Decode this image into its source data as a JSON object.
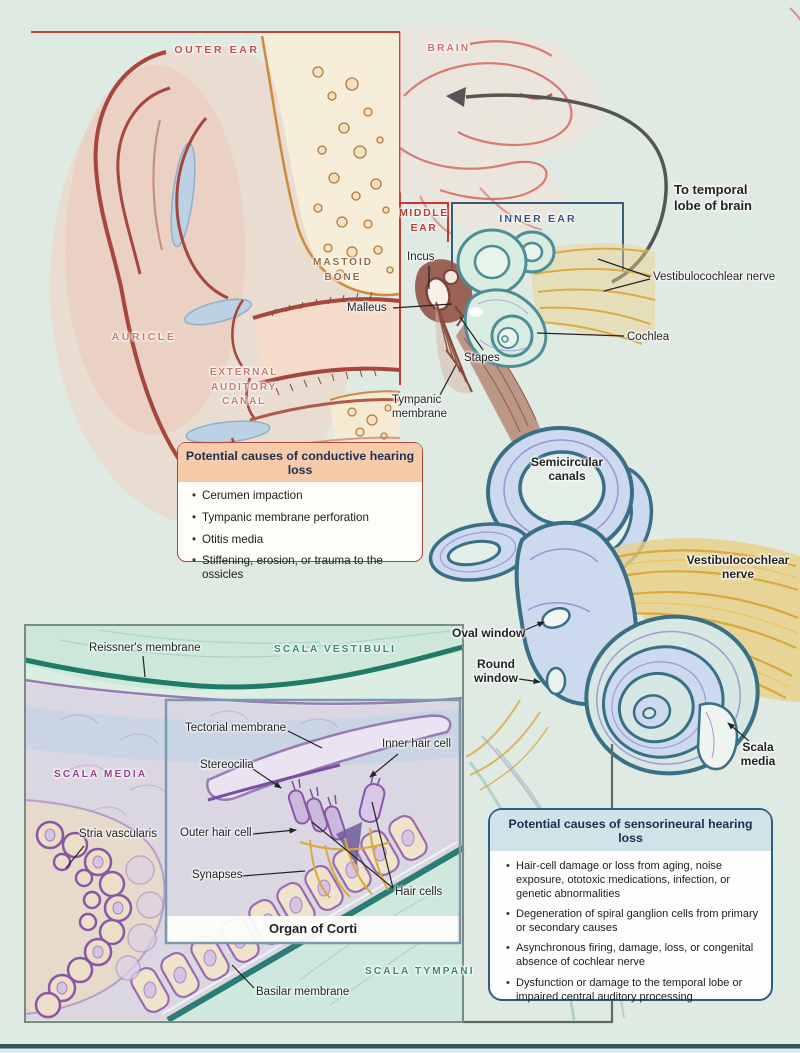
{
  "figure_type": "medical illustration — anatomy of hearing and hearing loss",
  "labels": {
    "outer_ear": "OUTER EAR",
    "brain": "BRAIN",
    "to_temporal_lobe": "To temporal lobe of brain",
    "middle_ear": "MIDDLE EAR",
    "inner_ear": "INNER EAR",
    "mastoid_bone": "MASTOID BONE",
    "incus": "Incus",
    "malleus": "Malleus",
    "stapes": "Stapes",
    "tympanic_membrane": "Tympanic membrane",
    "vestibulocochlear_nerve_upper": "Vestibulocochlear nerve",
    "cochlea": "Cochlea",
    "auricle": "AURICLE",
    "external_auditory_canal": "EXTERNAL AUDITORY CANAL",
    "semicircular_canals": "Semicircular canals",
    "vestibulocochlear_nerve_lower": "Vestibulocochlear nerve",
    "oval_window": "Oval window",
    "round_window": "Round window",
    "scala_media_cochlea": "Scala media",
    "reissners_membrane": "Reissner's membrane",
    "scala_vestibuli": "SCALA VESTIBULI",
    "scala_media": "SCALA MEDIA",
    "tectorial_membrane": "Tectorial membrane",
    "stereocilia": "Stereocilia",
    "inner_hair_cell": "Inner hair cell",
    "stria_vascularis": "Stria vascularis",
    "outer_hair_cell": "Outer hair cell",
    "synapses": "Synapses",
    "hair_cells": "Hair cells",
    "organ_of_corti": "Organ of Corti",
    "scala_tympani": "SCALA TYMPANI",
    "basilar_membrane": "Basilar membrane"
  },
  "boxes": {
    "conductive": {
      "title": "Potential causes of conductive hearing loss",
      "items": [
        "Cerumen impaction",
        "Tympanic membrane perforation",
        "Otitis media",
        "Stiffening, erosion, or trauma to the ossicles"
      ]
    },
    "sensorineural": {
      "title": "Potential causes of sensorineural hearing loss",
      "items": [
        "Hair-cell damage or loss from aging, noise exposure, ototoxic medications, infection, or genetic abnormalities",
        "Degeneration of spiral ganglion cells from primary or secondary causes",
        "Asynchronous firing, damage, loss, or congenital absence of cochlear nerve",
        "Dysfunction or damage to the temporal lobe or impaired central auditory processing"
      ]
    }
  },
  "colors": {
    "conductive_border": "#b0453b",
    "conductive_header_bg": "#f5cbaa",
    "sensorineural_border": "#2f5d82",
    "sensorineural_header_bg": "#cfe3e9",
    "nerve_yellow": "#d9a93c",
    "labyrinth_outline": "#3a6f86",
    "labyrinth_fill": "#ccd9ee",
    "teal_region_label": "#2e8a78",
    "purple_region_label": "#993d8f",
    "red_outline": "#a6463c"
  }
}
